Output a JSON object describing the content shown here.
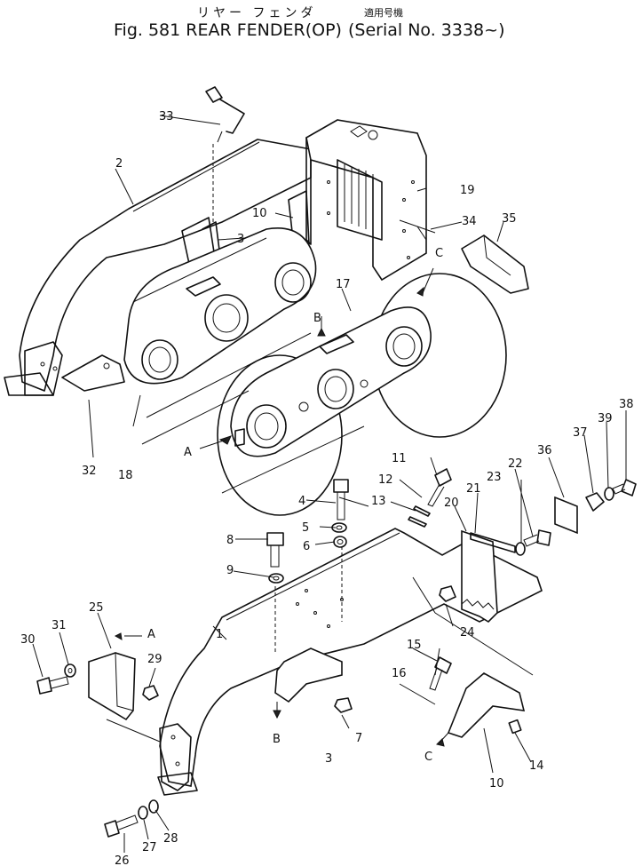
{
  "header": {
    "jp_title": "リヤー フェンダ",
    "jp_serial_label": "適用号機",
    "title": "Fig. 581 REAR FENDER(OP)",
    "serial": "(Serial No. 3338~)"
  },
  "callouts": [
    {
      "id": "c1",
      "label": "1"
    },
    {
      "id": "c2",
      "label": "2"
    },
    {
      "id": "c3a",
      "label": "3"
    },
    {
      "id": "c3b",
      "label": "3"
    },
    {
      "id": "c4",
      "label": "4"
    },
    {
      "id": "c5",
      "label": "5"
    },
    {
      "id": "c6",
      "label": "6"
    },
    {
      "id": "c7",
      "label": "7"
    },
    {
      "id": "c8",
      "label": "8"
    },
    {
      "id": "c9",
      "label": "9"
    },
    {
      "id": "c10a",
      "label": "10"
    },
    {
      "id": "c10b",
      "label": "10"
    },
    {
      "id": "c11",
      "label": "11"
    },
    {
      "id": "c12",
      "label": "12"
    },
    {
      "id": "c13",
      "label": "13"
    },
    {
      "id": "c14",
      "label": "14"
    },
    {
      "id": "c15",
      "label": "15"
    },
    {
      "id": "c16",
      "label": "16"
    },
    {
      "id": "c17",
      "label": "17"
    },
    {
      "id": "c18",
      "label": "18"
    },
    {
      "id": "c19",
      "label": "19"
    },
    {
      "id": "c20",
      "label": "20"
    },
    {
      "id": "c21",
      "label": "21"
    },
    {
      "id": "c22",
      "label": "22"
    },
    {
      "id": "c23",
      "label": "23"
    },
    {
      "id": "c24",
      "label": "24"
    },
    {
      "id": "c25",
      "label": "25"
    },
    {
      "id": "c26",
      "label": "26"
    },
    {
      "id": "c27",
      "label": "27"
    },
    {
      "id": "c28",
      "label": "28"
    },
    {
      "id": "c29",
      "label": "29"
    },
    {
      "id": "c30",
      "label": "30"
    },
    {
      "id": "c31",
      "label": "31"
    },
    {
      "id": "c32",
      "label": "32"
    },
    {
      "id": "c33",
      "label": "33"
    },
    {
      "id": "c34",
      "label": "34"
    },
    {
      "id": "c35",
      "label": "35"
    },
    {
      "id": "c36",
      "label": "36"
    },
    {
      "id": "c37",
      "label": "37"
    },
    {
      "id": "c38",
      "label": "38"
    },
    {
      "id": "c39",
      "label": "39"
    },
    {
      "id": "vA1",
      "label": "A"
    },
    {
      "id": "vA2",
      "label": "A"
    },
    {
      "id": "vB1",
      "label": "B"
    },
    {
      "id": "vB2",
      "label": "B"
    },
    {
      "id": "vC1",
      "label": "C"
    },
    {
      "id": "vC2",
      "label": "C"
    }
  ]
}
